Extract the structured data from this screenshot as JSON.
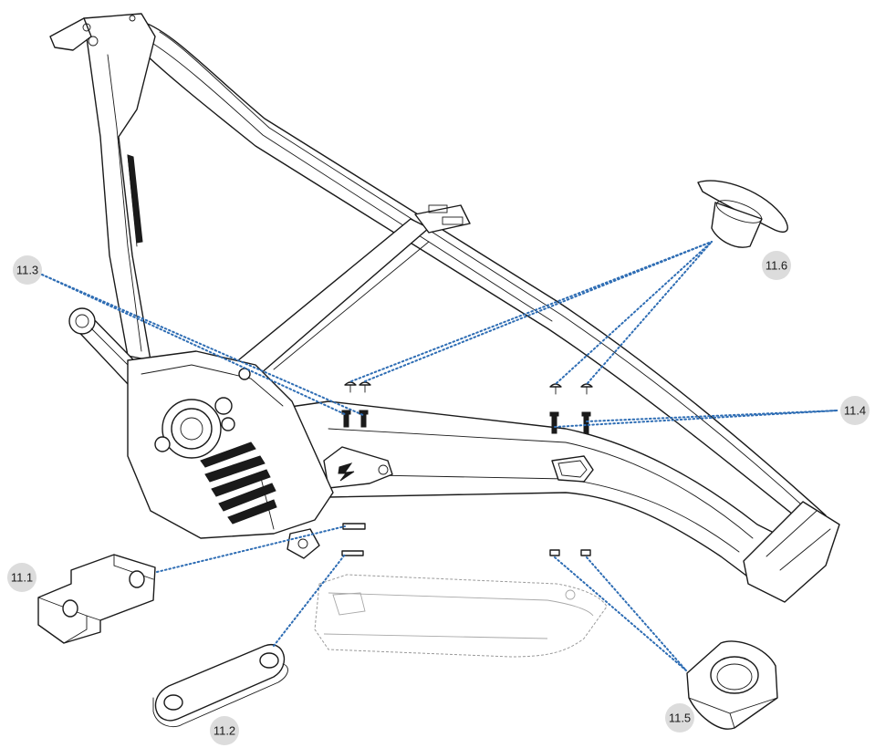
{
  "colors": {
    "leader": "#2e6db4",
    "line": "#1a1a1a",
    "badge": "#dcdcdc"
  },
  "callouts": [
    {
      "id": "11.1",
      "label": "11.1"
    },
    {
      "id": "11.2",
      "label": "11.2"
    },
    {
      "id": "11.3",
      "label": "11.3"
    },
    {
      "id": "11.4",
      "label": "11.4"
    },
    {
      "id": "11.5",
      "label": "11.5"
    },
    {
      "id": "11.6",
      "label": "11.6"
    }
  ]
}
